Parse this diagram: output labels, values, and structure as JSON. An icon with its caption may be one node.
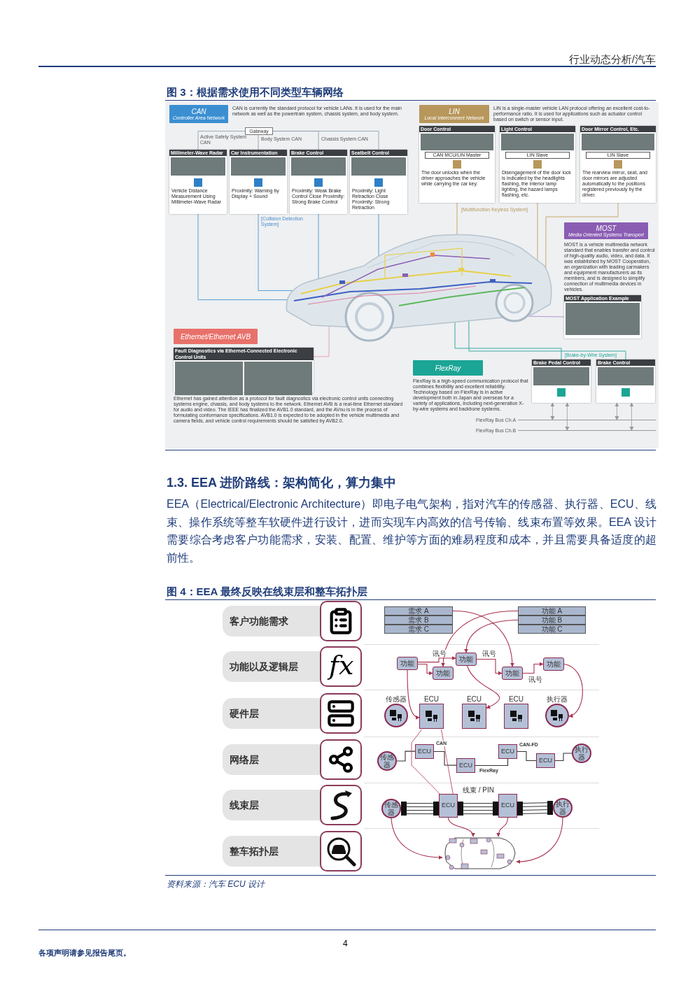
{
  "diagram": {
    "nodes": [
      {
        "text": [
          "CAN",
          "Controller Area Network"
        ],
        "beside": [
          "CAN is currently the standard protocol for vehicle LANs. It is used for the main network as well as the powertrain system, chassis system, and body system."
        ]
      },
      {
        "text": [
          "Gateway"
        ]
      },
      {
        "text": [
          "Millimeter-Wave Radar",
          "Vehicle Distance Measurement Using Millimeter-Wave Radar"
        ]
      },
      {
        "text": [
          "Car Instrumentation",
          "Proximity: Warning by Display + Sound"
        ]
      },
      {
        "text": [
          "Brake Control",
          "Proximity: Weak Brake Control Close Proximity: Strong Brake Control"
        ]
      },
      {
        "text": [
          "Seatbelt Control",
          "Proximity: Light Retraction Close Proximity: Strong Retraction"
        ]
      },
      {
        "text": [
          "LIN",
          "Local Interconnect Network"
        ],
        "beside": [
          "LIN is a single-master vehicle LAN protocol offering an excellent cost-to-performance ratio. It is used for applications such as actuator control based on switch or sensor input."
        ]
      },
      {
        "text": [
          "Door Control",
          "CAN MCU/LIN Master",
          "The door unlocks when the driver approaches the vehicle while carrying the car key."
        ]
      },
      {
        "text": [
          "Light Control",
          "LIN Slave",
          "Disengagement of the door lock is indicated by the headlights flashing, the interior lamp lighting, the hazard lamps flashing, etc."
        ]
      },
      {
        "text": [
          "Door Mirror Control, Etc.",
          "LIN Slave",
          "The rearview mirror, seat, and door mirrors are adjusted automatically to the positions registered previously by the driver."
        ]
      },
      {
        "text": [],
        "shape": "picture"
      },
      {
        "text": [
          "MOST",
          "Media Oriented Systems Transport"
        ],
        "beside": [
          "MOST is a vehicle multimedia network standard that enables transfer and control of high-quality audio, video, and data. It was established by MOST Cooperation, an organization with leading carmakers and equipment manufacturers as its members, and is designed to simplify connection of multimedia devices in vehicles."
        ]
      },
      {
        "text": [
          "MOST Application Example"
        ]
      },
      {
        "text": [
          "Ethernet/Ethernet AVB"
        ]
      },
      {
        "text": [
          "Fault Diagnostics via Ethernet-Connected Electronic Control Units"
        ],
        "beside": [
          "Ethernet has gained attention as a protocol for fault diagnostics via electronic control units connecting systems engine, chassis, and body systems to the network. Ethernet AVB is a real-time Ethernet standard for audio and video. The IEEE has finalized the AVB1.0 standard, and the AVnu is in the process of formulating conformance specifications. AVB1.0 is expected to be adopted in the vehicle multimedia and camera fields, and vehicle control requirements should be satisfied by AVB2.0."
        ]
      },
      {
        "text": [
          "FlexRay"
        ],
        "beside": [
          "FlexRay is a high-speed communication protocol that combines flexibility and excellent reliability. Technology based on FlexRay is in active development both in Japan and overseas for a variety of applications, including next-generation X-by-wire systems and backbone systems."
        ]
      },
      {
        "text": [
          "Brake Pedal Control"
        ]
      },
      {
        "text": [
          "Brake Control"
        ]
      },
      {
        "text": [
          "客户功能需求"
        ]
      },
      {
        "text": [
          "功能以及逻辑层"
        ]
      },
      {
        "text": [
          "硬件层"
        ]
      },
      {
        "text": [
          "网络层"
        ]
      },
      {
        "text": [
          "线束层"
        ]
      },
      {
        "text": [
          "整车拓扑层"
        ]
      },
      {
        "text": [
          "需求 A"
        ]
      },
      {
        "text": [
          "需求 B"
        ]
      },
      {
        "text": [
          "需求 C"
        ]
      },
      {
        "text": [
          "功能 A"
        ]
      },
      {
        "text": [
          "功能 B"
        ]
      },
      {
        "text": [
          "功能 C"
        ]
      },
      {
        "text": [
          "功能"
        ]
      },
      {
        "text": [
          "功能"
        ]
      },
      {
        "text": [
          "功能"
        ]
      },
      {
        "text": [
          "功能"
        ]
      },
      {
        "text": [
          "功能"
        ]
      },
      {
        "text": [
          "传感器"
        ]
      },
      {
        "text": [
          "ECU"
        ]
      },
      {
        "text": [
          "ECU"
        ]
      },
      {
        "text": [
          "ECU"
        ]
      },
      {
        "text": [
          "执行器"
        ]
      },
      {
        "text": [
          "传感器"
        ]
      },
      {
        "text": [
          "ECU"
        ]
      },
      {
        "text": [
          "ECU"
        ]
      },
      {
        "text": [
          "ECU"
        ]
      },
      {
        "text": [
          "ECU"
        ]
      },
      {
        "text": [
          "执行器"
        ]
      },
      {
        "text": [
          "传感器"
        ]
      },
      {
        "text": [
          "ECU"
        ]
      },
      {
        "text": [
          "ECU"
        ]
      },
      {
        "text": [
          "执行器"
        ]
      },
      {
        "text": [],
        "shape": "picture"
      },
      {
        "text": [
          "FlexRay Bus Ch.A"
        ]
      },
      {
        "text": [
          "FlexRay Bus Ch.B"
        ]
      }
    ],
    "edges": [
      {
        "from": 1,
        "to": 2,
        "arrow": "none",
        "color": "#8c9aa6"
      },
      {
        "from": 1,
        "to": 3,
        "arrow": "none",
        "color": "#8c9aa6"
      },
      {
        "from": 1,
        "to": 4,
        "arrow": "none",
        "color": "#8c9aa6"
      },
      {
        "from": 1,
        "to": 5,
        "arrow": "none",
        "color": "#8c9aa6"
      },
      {
        "from": 2,
        "to": 10,
        "arrow": "none",
        "color": "#5a9fd6"
      },
      {
        "from": 3,
        "to": 10,
        "arrow": "none",
        "color": "#5a9fd6"
      },
      {
        "from": 4,
        "to": 10,
        "arrow": "none",
        "color": "#5a9fd6"
      },
      {
        "from": 5,
        "to": 10,
        "arrow": "none",
        "color": "#5a9fd6"
      },
      {
        "from": 7,
        "to": 10,
        "arrow": "none",
        "color": "#c8a86b"
      },
      {
        "from": 8,
        "to": 10,
        "arrow": "none",
        "color": "#c8a86b"
      },
      {
        "from": 9,
        "to": 10,
        "arrow": "none",
        "color": "#c8a86b"
      },
      {
        "from": 12,
        "to": 10,
        "arrow": "none",
        "color": "#b497cf"
      },
      {
        "from": 14,
        "to": 10,
        "arrow": "none",
        "color": "#e9a3ab"
      },
      {
        "from": 16,
        "to": 10,
        "arrow": "none",
        "color": "#3aa99f"
      },
      {
        "from": 17,
        "to": 10,
        "arrow": "none",
        "color": "#3aa99f"
      },
      {
        "from": 24,
        "to": 33,
        "arrow": "to"
      },
      {
        "from": 27,
        "to": 31,
        "arrow": "to"
      },
      {
        "from": 28,
        "to": 32,
        "arrow": "to"
      },
      {
        "from": 30,
        "to": 32,
        "arrow": "to",
        "label": "讯号"
      },
      {
        "from": 30,
        "to": 31,
        "arrow": "to"
      },
      {
        "from": 32,
        "to": 33,
        "arrow": "to",
        "label": "讯号"
      },
      {
        "from": 33,
        "to": 34,
        "arrow": "to",
        "label": "讯号"
      },
      {
        "from": 30,
        "to": 36,
        "arrow": "to"
      },
      {
        "from": 32,
        "to": 37,
        "arrow": "to"
      },
      {
        "from": 34,
        "to": 39,
        "arrow": "to"
      },
      {
        "from": 40,
        "to": 41,
        "arrow": "none",
        "color": "#333333"
      },
      {
        "from": 41,
        "to": 42,
        "arrow": "none",
        "label": "CAN",
        "color": "#333333"
      },
      {
        "from": 42,
        "to": 43,
        "arrow": "none",
        "label": "FlexRay",
        "color": "#333333"
      },
      {
        "from": 43,
        "to": 44,
        "arrow": "none",
        "label": "CAN-FD",
        "color": "#333333"
      },
      {
        "from": 44,
        "to": 45,
        "arrow": "none",
        "color": "#333333"
      },
      {
        "from": 36,
        "to": 47,
        "arrow": "none"
      },
      {
        "from": 36,
        "to": 47,
        "arrow": "none"
      },
      {
        "from": 46,
        "to": 47,
        "arrow": "none",
        "color": "#333333"
      },
      {
        "from": 47,
        "to": 48,
        "arrow": "none",
        "label": "线束 / PIN",
        "color": "#333333"
      },
      {
        "from": 48,
        "to": 49,
        "arrow": "none",
        "color": "#333333"
      },
      {
        "from": 46,
        "to": 50,
        "arrow": "to"
      },
      {
        "from": 47,
        "to": 50,
        "arrow": "to"
      },
      {
        "from": 48,
        "to": 50,
        "arrow": "to"
      },
      {
        "from": 49,
        "to": 50,
        "arrow": "to"
      },
      {
        "from": 16,
        "to": 51,
        "arrow": "both",
        "color": "#999999"
      },
      {
        "from": 16,
        "to": 52,
        "arrow": "both",
        "color": "#999999"
      },
      {
        "from": 17,
        "to": 51,
        "arrow": "both",
        "color": "#999999"
      },
      {
        "from": 17,
        "to": 52,
        "arrow": "both",
        "color": "#999999"
      }
    ],
    "labels": [
      "行业动态分析/汽车",
      "图 3：根据需求使用不同类型车辆网络",
      "Active Safety System CAN",
      "Body System CAN",
      "Chassis System CAN",
      "[Collision Detection System]",
      "[Multifunction Keyless System]",
      "[Brake-by-Wire System]",
      "1.3. EEA 进阶路线：架构简化，算力集中",
      "EEA（Electrical/Electronic Architecture）即电子电气架构，指对汽车的传感器、执行器、ECU、线束、操作系统等整车软硬件进行设计，进而实现车内高效的信号传输、线束布置等效果。EEA 设计需要综合考虑客户功能需求，安装、配置、维护等方面的难易程度和成本，并且需要具备适度的超前性。",
      "图 4：EEA 最终反映在线束层和整车拓扑层",
      "fx",
      "资料来源：汽车 ECU 设计",
      "4",
      "各项声明请参见报告尾页。"
    ]
  }
}
